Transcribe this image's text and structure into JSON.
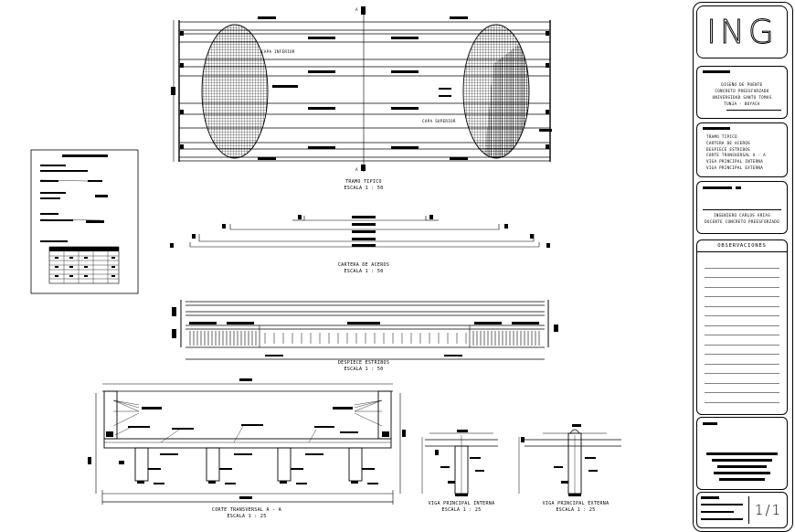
{
  "drawings": {
    "tramo_tipico": {
      "title": "TRAMO TIPICO",
      "scale": "ESCALA 1 : 50",
      "label_capa_inferior": "CAPA INFERIOR",
      "label_capa_superior": "CAPA SUPERIOR",
      "section_mark": "A"
    },
    "cartera_aceros": {
      "title": "CARTERA DE ACEROS",
      "scale": "ESCALA 1 : 50"
    },
    "despiece_estribos": {
      "title": "DESPIECE ESTRIBOS",
      "scale": "ESCALA 1 : 50"
    },
    "corte_transversal": {
      "title": "CORTE TRANSVERSAL A - A",
      "scale": "ESCALA 1 : 25"
    },
    "viga_interna": {
      "title": "VIGA PRINCIPAL INTERNA",
      "scale": "ESCALA 1 : 25"
    },
    "viga_externa": {
      "title": "VIGA PRINCIPAL EXTERNA",
      "scale": "ESCALA 1 : 25"
    }
  },
  "title_block": {
    "logo": "ING",
    "project_lines": [
      "DISEÑO DE PUENTE",
      "CONCRETO PREESFORZADO",
      "UNIVERSIDAD SANTO TOMAS",
      "TUNJA - BOYACA"
    ],
    "contents_lines": [
      "TRAMO TIPICO",
      "CARTERA DE ACEROS",
      "DESPIECE ESTRIBOS",
      "CORTE TRANSVERSAL A - A",
      "VIGA PRINCIPAL INTERNA",
      "VIGA PRINCIPAL EXTERNA"
    ],
    "reviewer_lines": [
      "INGENIERO CARLOS ARIAS",
      "DOCENTE CONCRETO PREESFORZADO"
    ],
    "observaciones_label": "OBSERVACIONES",
    "sheet": "1/1"
  }
}
